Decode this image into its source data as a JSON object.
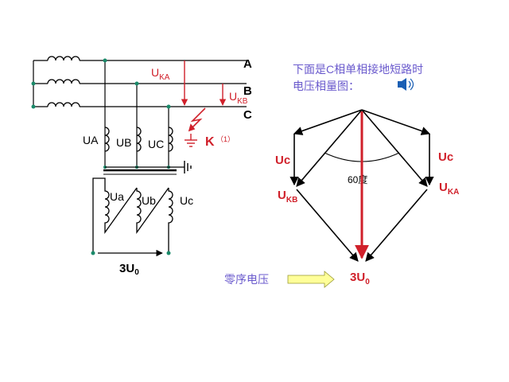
{
  "circuit": {
    "phase_a": "A",
    "phase_b": "B",
    "phase_c": "C",
    "u_ka": {
      "main": "U",
      "sub": "KA"
    },
    "u_kb": {
      "main": "U",
      "sub": "KB"
    },
    "fault_k": "K",
    "fault_index": "（1）",
    "primary_ua": "UA",
    "primary_ub": "UB",
    "primary_uc": "UC",
    "secondary_ua": "Ua",
    "secondary_ub": "Ub",
    "secondary_uc": "Uc",
    "output_3u0": {
      "main": "3U",
      "sub": "0"
    }
  },
  "phasor": {
    "heading_line1": "下面是C相单相接地短路时",
    "heading_line2": "电压相量图：",
    "uc_left": "Uc",
    "uc_right": "Uc",
    "ukb": {
      "main": "U",
      "sub": "KB"
    },
    "uka": {
      "main": "U",
      "sub": "KA"
    },
    "angle_label": "60度",
    "u0_result": {
      "main": "3U",
      "sub": "0"
    }
  },
  "zero_seq": {
    "label": "零序电压"
  },
  "colors": {
    "red": "#d0202a",
    "purple": "#6a5acd",
    "arrow_fill": "#ffff99",
    "speaker_blue": "#1a5fb4"
  }
}
